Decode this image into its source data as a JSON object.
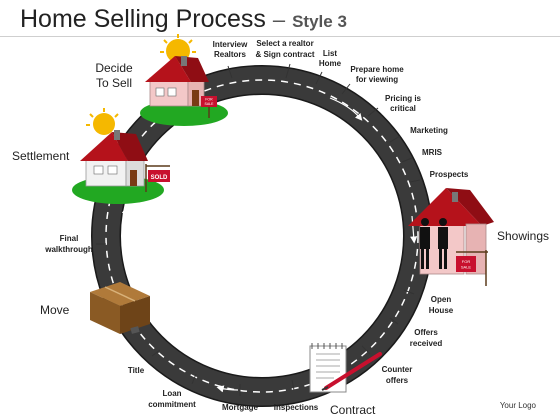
{
  "header": {
    "title": "Home Selling Process",
    "dash": "–",
    "style_label": "Style 3"
  },
  "phases": {
    "decide_line1": "Decide",
    "decide_line2": "To Sell",
    "settlement": "Settlement",
    "showings": "Showings",
    "move": "Move",
    "contract": "Contract"
  },
  "steps": {
    "interview_realtors_1": "Interview",
    "interview_realtors_2": "Realtors",
    "select_realtor_1": "Select a realtor",
    "select_realtor_2": "& Sign contract",
    "list_home_1": "List",
    "list_home_2": "Home",
    "prepare_home_1": "Prepare home",
    "prepare_home_2": "for viewing",
    "pricing_1": "Pricing is",
    "pricing_2": "critical",
    "marketing": "Marketing",
    "mris": "MRIS",
    "prospects": "Prospects",
    "open_house_1": "Open",
    "open_house_2": "House",
    "offers_1": "Offers",
    "offers_2": "received",
    "counter_1": "Counter",
    "counter_2": "offers",
    "inspections": "Inspections",
    "mortgage": "Mortgage",
    "loan_1": "Loan",
    "loan_2": "commitment",
    "title": "Title",
    "final_1": "Final",
    "final_2": "walkthrough"
  },
  "signs": {
    "for_sale_1": "FOR",
    "for_sale_2": "SALE",
    "sold": "SOLD"
  },
  "footer": {
    "logo": "Your Logo"
  },
  "colors": {
    "road": "#3a3a3a",
    "road_edge": "#1a1a1a",
    "roof": "#b5121b",
    "grass": "#22a822",
    "sun": "#f5b800",
    "box": "#8a5a24"
  }
}
